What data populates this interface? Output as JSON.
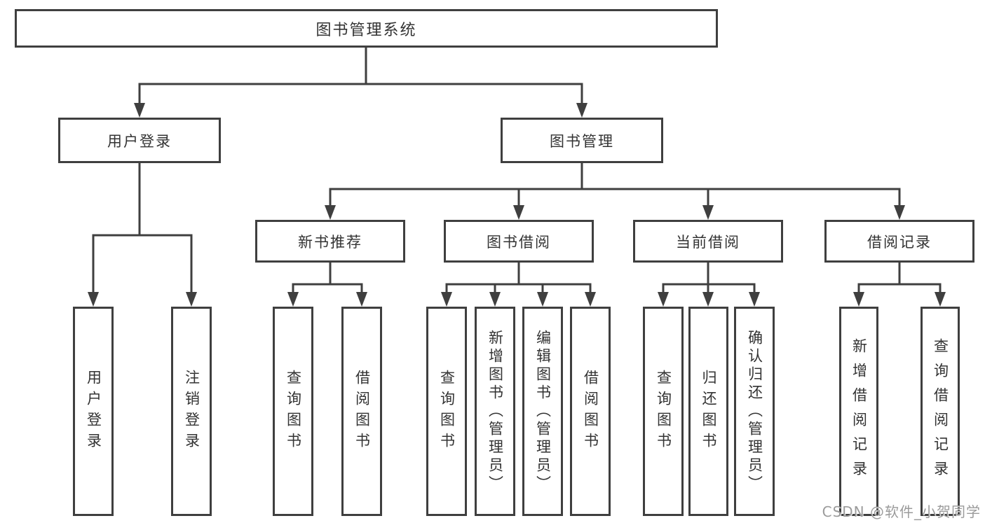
{
  "diagram": {
    "root_label": "图书管理系统",
    "level1": [
      "用户登录",
      "图书管理"
    ],
    "level2": [
      "新书推荐",
      "图书借阅",
      "当前借阅",
      "借阅记录"
    ],
    "leaves_user_login": [
      "用户登录",
      "注销登录"
    ],
    "leaves_new_book": [
      "查询图书",
      "借阅图书"
    ],
    "leaves_book_borrow": [
      "查询图书",
      "新增图书（管理员）",
      "编辑图书（管理员）",
      "借阅图书"
    ],
    "leaves_current_borrow": [
      "查询图书",
      "归还图书",
      "确认归还（管理员）"
    ],
    "leaves_borrow_record": [
      "新增借阅记录",
      "查询借阅记录"
    ]
  },
  "colors": {
    "line": "#3f3f3f",
    "text": "#333333",
    "watermark_gray": "#9b9b9b",
    "background": "#ffffff"
  },
  "watermark": {
    "text": "CSDN @软件_小贺同学"
  }
}
